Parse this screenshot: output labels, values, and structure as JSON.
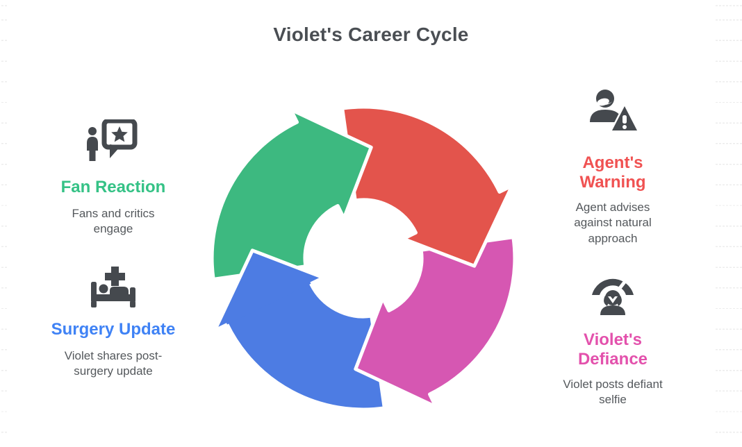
{
  "title": "Violet's Career Cycle",
  "items": {
    "fan_reaction": {
      "heading": "Fan Reaction",
      "description": "Fans and critics engage",
      "color": "#35c286",
      "icon": "person-star-speech-bubble-icon"
    },
    "surgery_update": {
      "heading": "Surgery Update",
      "description": "Violet shares post-surgery update",
      "color": "#3f82f5",
      "icon": "hospital-bed-cross-icon"
    },
    "agents_warning": {
      "heading": "Agent's Warning",
      "description": "Agent advises against natural approach",
      "color": "#f05252",
      "icon": "person-warning-triangle-icon"
    },
    "violets_defiance": {
      "heading": "Violet's Defiance",
      "description": "Violet posts defiant selfie",
      "color": "#e351ac",
      "icon": "selfie-woman-icon"
    }
  },
  "cycle": {
    "direction": "clockwise",
    "colors": {
      "fan_reaction": "#3db980",
      "agents_warning": "#e3544c",
      "violets_defiance": "#d657b2",
      "surgery_update": "#4d7ce3"
    }
  }
}
